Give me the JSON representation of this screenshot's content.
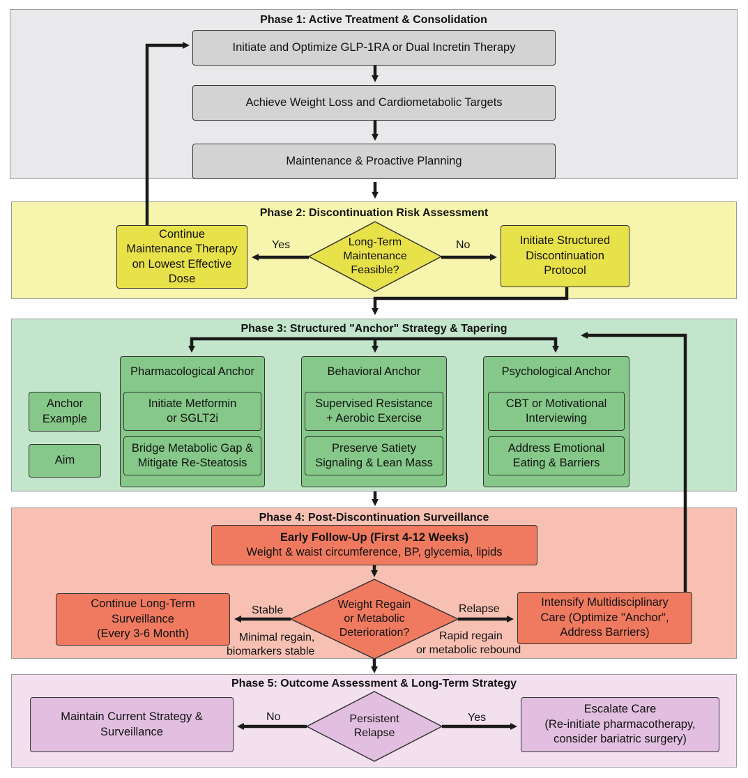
{
  "phases": [
    {
      "title": "Phase 1: Active Treatment & Consolidation",
      "color": "#e9e9eb"
    },
    {
      "title": "Phase 2: Discontinuation Risk Assessment",
      "color": "#f7f5ad"
    },
    {
      "title": "Phase 3: Structured \"Anchor\" Strategy & Tapering",
      "color": "#c3e5cb"
    },
    {
      "title": "Phase 4: Post-Discontinuation Surveillance",
      "color": "#f8c0b3"
    },
    {
      "title": "Phase 5: Outcome Assessment & Long-Term Strategy",
      "color": "#f3e0ef"
    }
  ],
  "phase1": {
    "initiate": "Initiate and Optimize GLP-1RA or Dual Incretin Therapy",
    "achieve": "Achieve Weight Loss and Cardiometabolic Targets",
    "maintenance": "Maintenance & Proactive Planning"
  },
  "phase2": {
    "continue": [
      "Continue",
      "Maintenance Therapy",
      "on Lowest Effective",
      "Dose"
    ],
    "decision": [
      "Long-Term",
      "Maintenance",
      "Feasible?"
    ],
    "initiate_protocol": [
      "Initiate Structured",
      "Discontinuation",
      "Protocol"
    ],
    "yes_label": "Yes",
    "no_label": "No"
  },
  "phase3": {
    "legend_example": [
      "Anchor",
      "Example"
    ],
    "legend_aim": "Aim",
    "pharmacological": {
      "title": "Pharmacological Anchor",
      "example": [
        "Initiate Metformin",
        "or SGLT2i"
      ],
      "aim": [
        "Bridge Metabolic Gap &",
        "Mitigate Re-Steatosis"
      ]
    },
    "behavioral": {
      "title": "Behavioral Anchor",
      "example": [
        "Supervised Resistance",
        "+ Aerobic Exercise"
      ],
      "aim": [
        "Preserve Satiety",
        "Signaling & Lean Mass"
      ]
    },
    "psychological": {
      "title": "Psychological Anchor",
      "example": [
        "CBT or Motivational",
        "Interviewing"
      ],
      "aim": [
        "Address Emotional",
        "Eating & Barriers"
      ]
    }
  },
  "phase4": {
    "followup_title": "Early Follow-Up (First 4-12 Weeks)",
    "followup_detail": "Weight & waist circumference, BP, glycemia, lipids",
    "continue": [
      "Continue Long-Term",
      "Surveillance",
      "(Every 3-6 Month)"
    ],
    "decision": [
      "Weight Regain",
      "or Metabolic",
      "Deterioration?"
    ],
    "intensify": [
      "Intensify Multidisciplinary",
      "Care (Optimize \"Anchor\",",
      "Address Barriers)"
    ],
    "stable_label": "Stable",
    "stable_note": [
      "Minimal regain,",
      "biomarkers stable"
    ],
    "relapse_label": "Relapse",
    "relapse_note": [
      "Rapid regain",
      "or metabolic rebound"
    ]
  },
  "phase5": {
    "maintain": [
      "Maintain Current Strategy &",
      "Surveillance"
    ],
    "decision": [
      "Persistent",
      "Relapse"
    ],
    "escalate": [
      "Escalate Care",
      "(Re-initiate pharmacotherapy,",
      "consider bariatric surgery)"
    ],
    "no_label": "No",
    "yes_label": "Yes"
  }
}
